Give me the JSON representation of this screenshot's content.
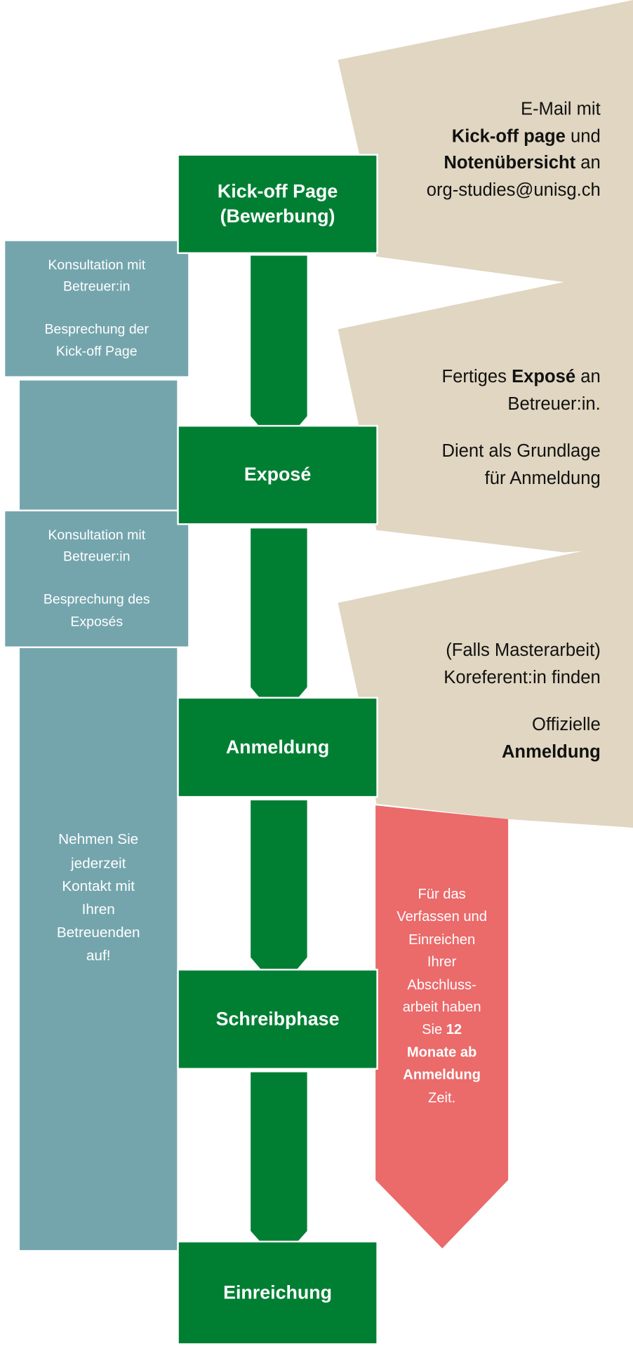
{
  "colors": {
    "green": "#007f33",
    "teal": "#74a5ad",
    "tan": "#e0d6c1",
    "red": "#eb6a6a"
  },
  "steps": [
    {
      "title_line1": "Kick-off Page",
      "title_line2": "(Bewerbung)"
    },
    {
      "title_line1": "Exposé"
    },
    {
      "title_line1": "Anmeldung"
    },
    {
      "title_line1": "Schreibphase"
    },
    {
      "title_line1": "Einreichung"
    }
  ],
  "notes": {
    "kickoff": {
      "l1": "E-Mail mit",
      "l2_bold": "Kick-off page",
      "l2_rest": " und",
      "l3_bold": "Notenübersicht",
      "l3_rest": " an",
      "l4": "org-studies@unisg.ch"
    },
    "expose": {
      "l1_a": "Fertiges ",
      "l1_bold": "Exposé",
      "l1_rest": " an",
      "l2": "Betreuer:in.",
      "l3": "Dient als Grundlage",
      "l4": "für Anmeldung"
    },
    "anmeldung": {
      "l1": "(Falls Masterarbeit)",
      "l2": "Koreferent:in finden",
      "l3": "Offizielle",
      "l4_bold": "Anmeldung"
    }
  },
  "consultations": [
    {
      "l1": "Konsultation mit",
      "l2": "Betreuer:in",
      "l3": "Besprechung der",
      "l4": "Kick-off Page"
    },
    {
      "l1": "Konsultation mit",
      "l2": "Betreuer:in",
      "l3": "Besprechung des",
      "l4": "Exposés"
    }
  ],
  "contact": {
    "lines": [
      "Nehmen Sie",
      "jederzeit",
      "Kontakt mit",
      "Ihren",
      "Betreuenden",
      "auf!"
    ]
  },
  "deadline": {
    "lines": [
      "Für das",
      "Verfassen und",
      "Einreichen",
      "Ihrer",
      "Abschluss-",
      "arbeit haben"
    ],
    "l7_a": "Sie ",
    "l7_bold": "12",
    "l8_bold": "Monate ab",
    "l9_bold": "Anmeldung",
    "l10": "Zeit."
  }
}
